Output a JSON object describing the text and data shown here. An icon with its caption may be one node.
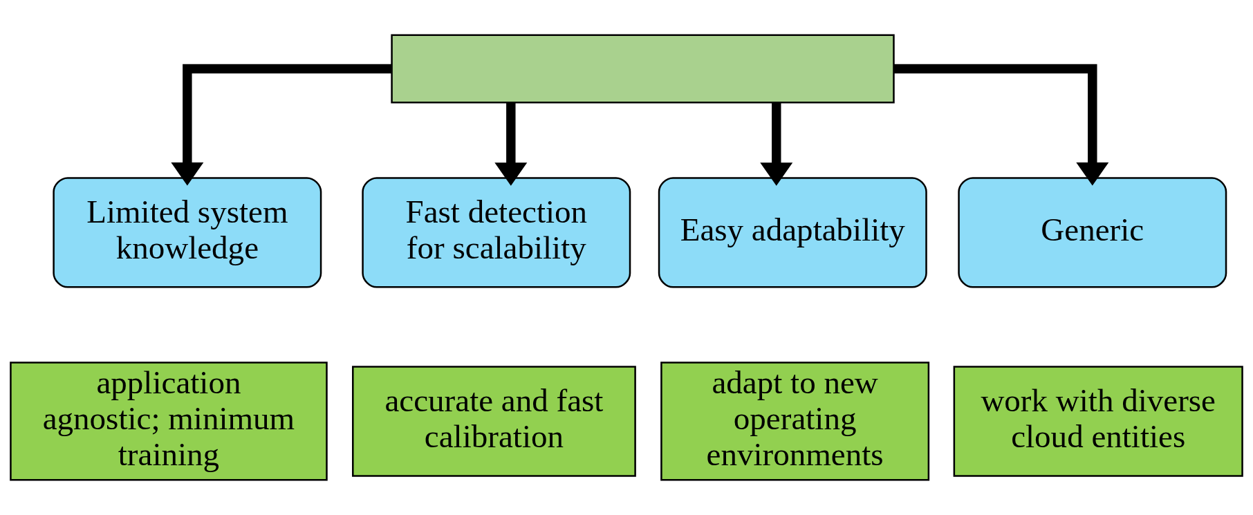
{
  "diagram": {
    "nodes": [
      {
        "text": [],
        "shape": "box"
      },
      {
        "text": [
          "Limited system knowledge"
        ]
      },
      {
        "text": [
          "Fast detection for scalability"
        ]
      },
      {
        "text": [
          "Easy adaptability"
        ]
      },
      {
        "text": [
          "Generic"
        ]
      },
      {
        "text": [
          "application agnostic; minimum training"
        ]
      },
      {
        "text": [
          "accurate and fast calibration"
        ]
      },
      {
        "text": [
          "adapt to new operating environments"
        ]
      },
      {
        "text": [
          "work with diverse cloud entities"
        ]
      }
    ],
    "edges": [
      {
        "from": 0,
        "to": 1,
        "arrow": "to"
      },
      {
        "from": 0,
        "to": 2,
        "arrow": "to"
      },
      {
        "from": 0,
        "to": 3,
        "arrow": "to"
      },
      {
        "from": 0,
        "to": 4,
        "arrow": "to"
      }
    ]
  }
}
